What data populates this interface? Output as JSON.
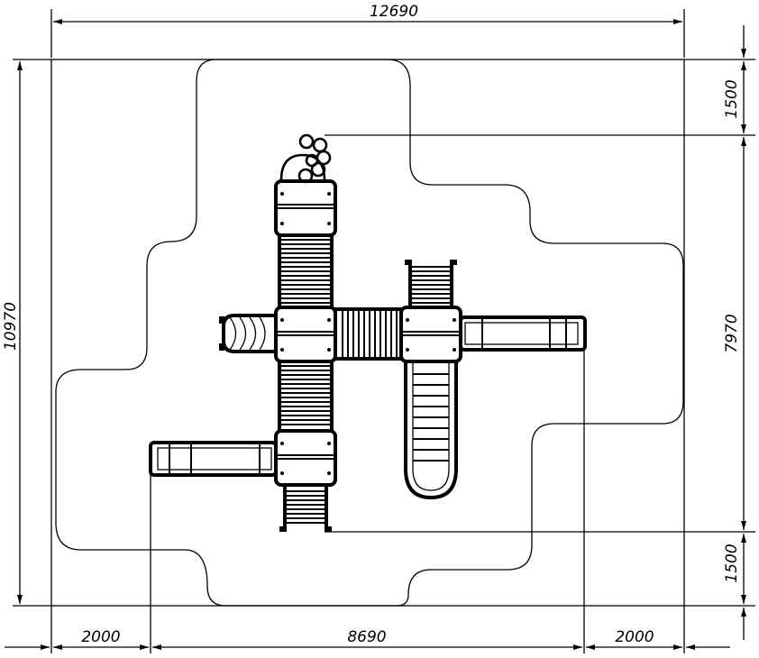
{
  "dimensions": {
    "overall_width": "12690",
    "overall_height": "10970",
    "safety_top": "1500",
    "structure_height": "7970",
    "safety_bottom": "1500",
    "safety_left": "2000",
    "structure_width": "8690",
    "safety_right": "2000"
  },
  "components": [
    "tower-upper",
    "tower-middle",
    "tower-lower",
    "tower-right",
    "climbing-net-upper",
    "climbing-net-lower",
    "bridge",
    "wavy-slide-left",
    "tube-slide-right",
    "tube-slide-left",
    "ladder-top",
    "ladder-bottom",
    "long-slide",
    "overhead-rings"
  ]
}
